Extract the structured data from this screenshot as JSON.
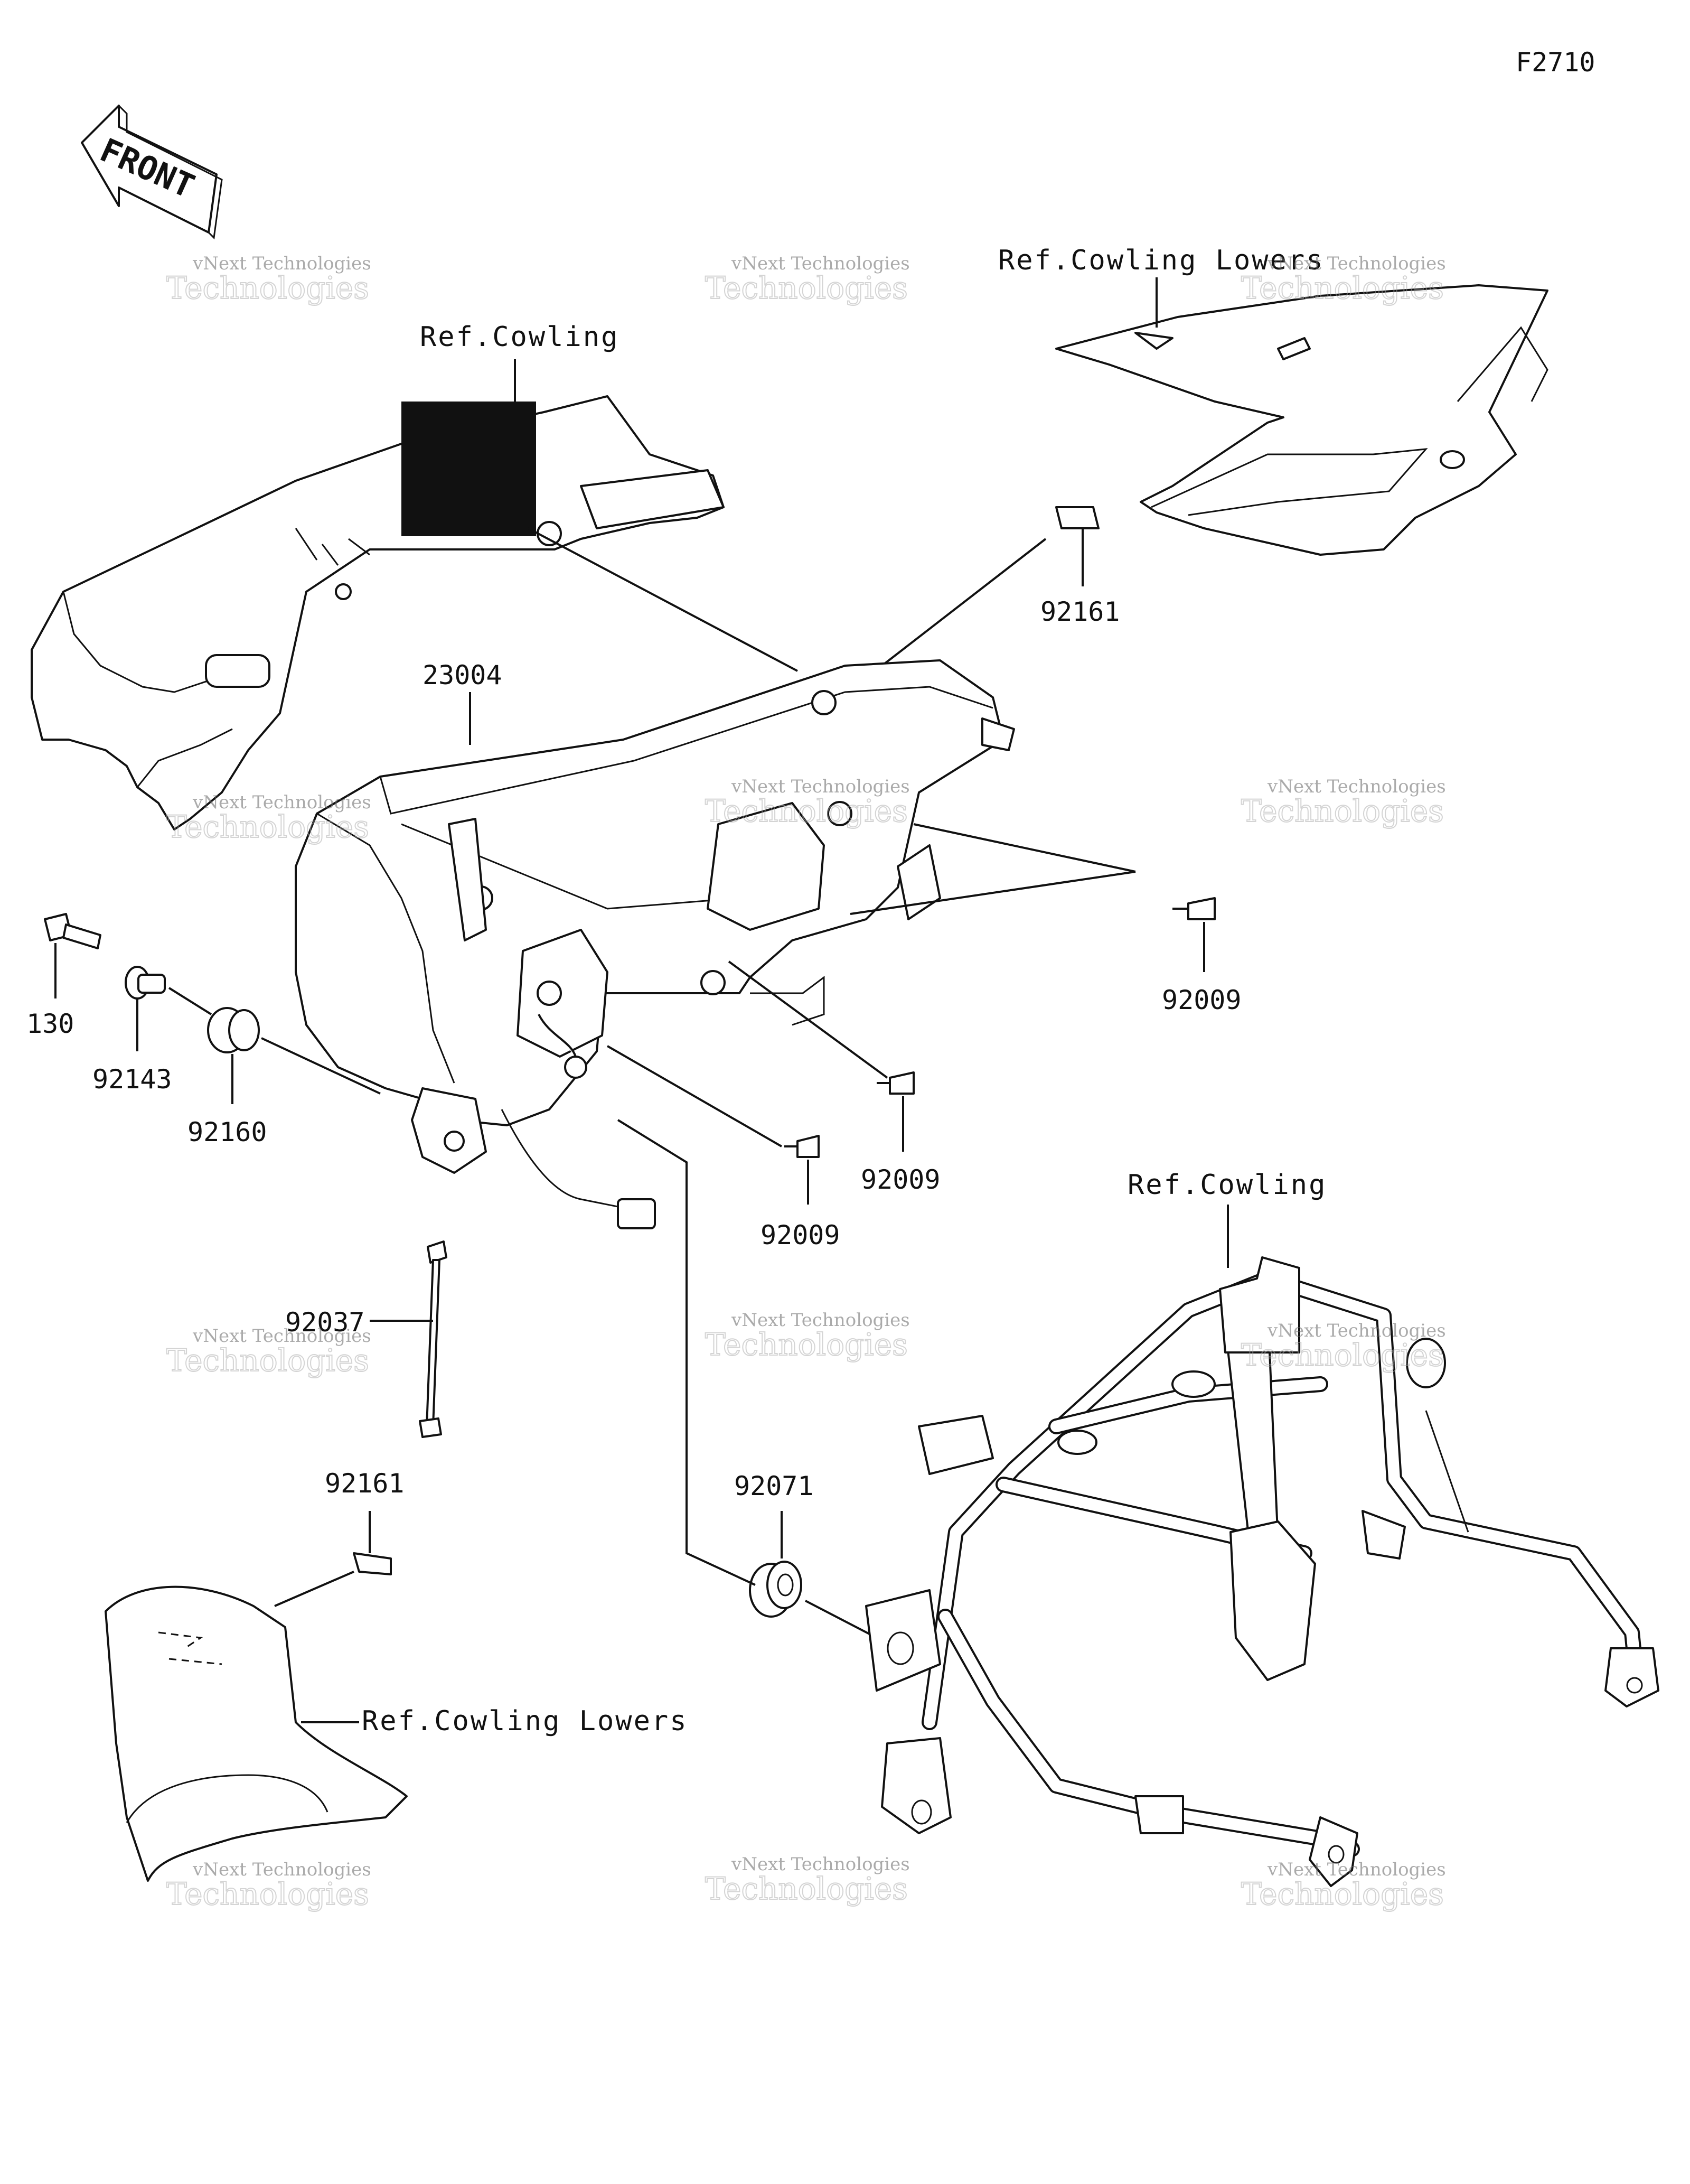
{
  "figure_code": "F2710",
  "front_arrow": {
    "text": "FRONT",
    "icon": "front-direction-arrow-icon"
  },
  "references": {
    "cowling_top": "Ref.Cowling",
    "cowling_lowers_top": "Ref.Cowling Lowers",
    "cowling_frame": "Ref.Cowling",
    "cowling_lowers_bottom": "Ref.Cowling Lowers"
  },
  "part_numbers": {
    "headlight": "23004",
    "pad_top": "92161",
    "screw_right": "92009",
    "screw_mid": "92009",
    "screw_low": "92009",
    "bolt": "130",
    "collar": "92143",
    "grommet_left": "92160",
    "band": "92037",
    "pad_bottom": "92161",
    "grommet_bottom": "92071"
  },
  "watermark": {
    "line1": "vNext Technologies",
    "line2": "Technologies",
    "overlay": "vNext"
  }
}
